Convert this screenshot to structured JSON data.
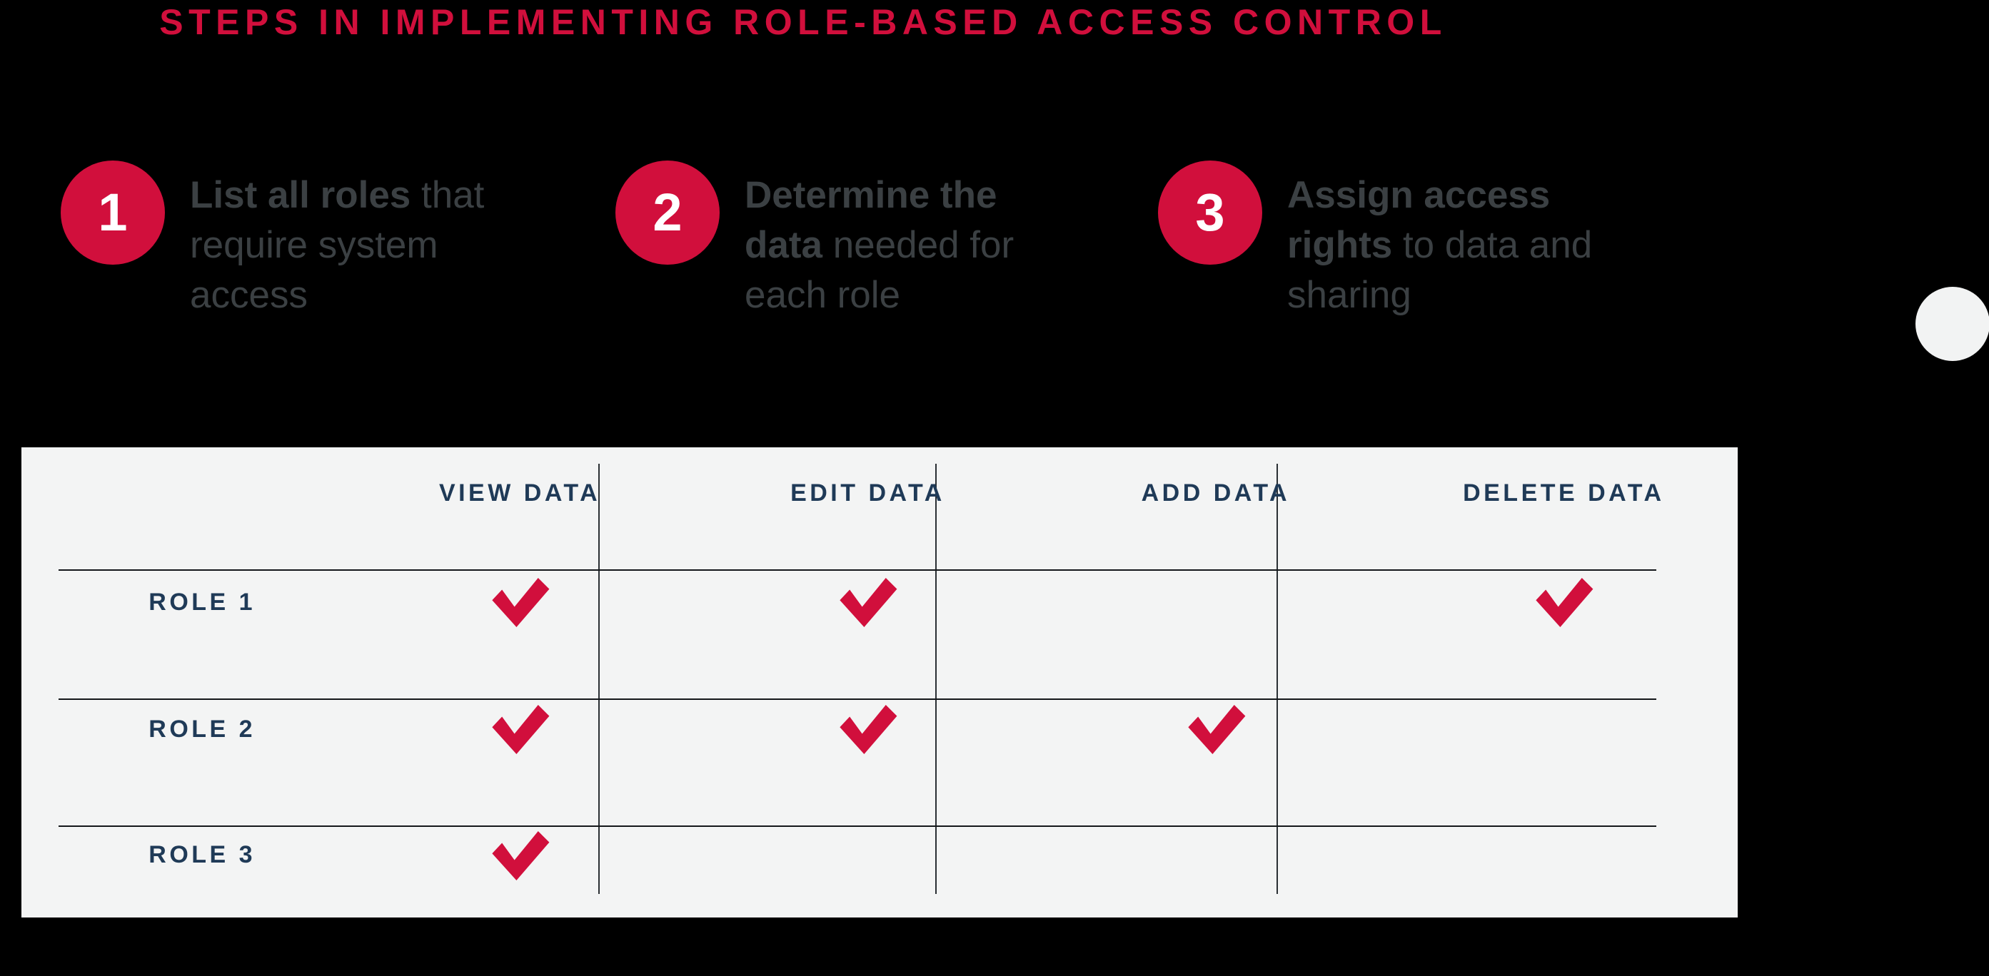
{
  "page": {
    "background_color": "#000000",
    "accent_color": "#d10f3c",
    "heading_color": "#1f3a57",
    "body_text_color": "#3b4043",
    "card_background": "#f3f4f4"
  },
  "header": {
    "title": "STEPS IN IMPLEMENTING ROLE-BASED ACCESS CONTROL"
  },
  "steps": [
    {
      "number": "1",
      "bold_text": "List all roles",
      "rest_text": " that require system access"
    },
    {
      "number": "2",
      "bold_text": "Determine the data",
      "rest_text": " needed for each role"
    },
    {
      "number": "3",
      "bold_text": "Assign access rights",
      "rest_text": " to data and sharing"
    }
  ],
  "decoration": {
    "circle_color": "#f2f3f3"
  },
  "table": {
    "row_header_label": "",
    "columns": [
      "VIEW DATA",
      "EDIT DATA",
      "ADD DATA",
      "DELETE DATA"
    ],
    "rows": [
      {
        "label": "ROLE 1",
        "permissions": [
          true,
          true,
          false,
          true
        ]
      },
      {
        "label": "ROLE 2",
        "permissions": [
          true,
          true,
          true,
          false
        ]
      },
      {
        "label": "ROLE 3",
        "permissions": [
          true,
          false,
          false,
          false
        ]
      }
    ],
    "check_icon": "checkmark-icon",
    "check_color": "#d10f3c"
  }
}
